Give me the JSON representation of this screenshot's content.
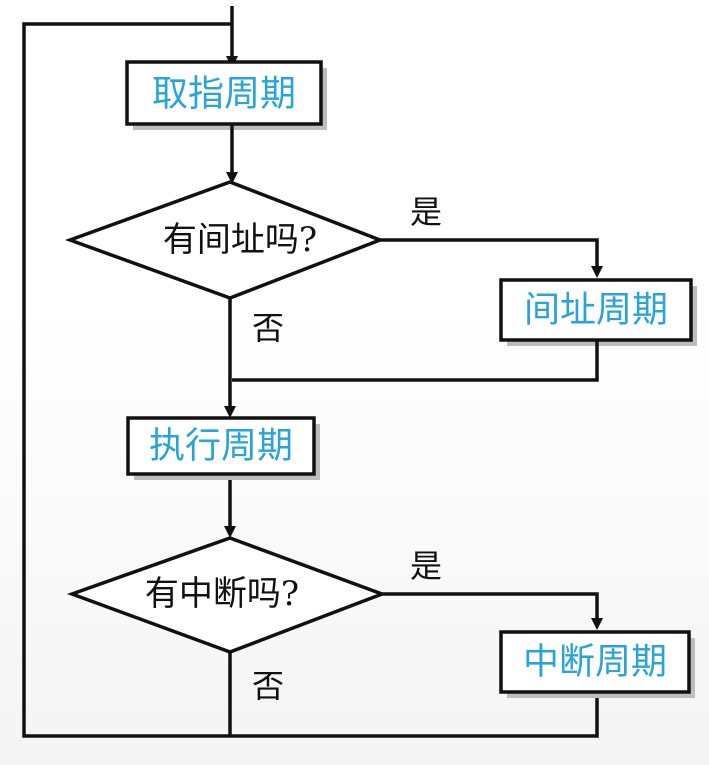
{
  "diagram": {
    "nodes": {
      "fetch": "取指周期",
      "indirect_check": "有间址吗?",
      "indirect": "间址周期",
      "execute": "执行周期",
      "interrupt_check": "有中断吗?",
      "interrupt": "中断周期"
    },
    "edges": {
      "indirect_yes": "是",
      "indirect_no": "否",
      "interrupt_yes": "是",
      "interrupt_no": "否"
    },
    "colors": {
      "box_text": "#29a3d9",
      "line": "#111111"
    }
  }
}
